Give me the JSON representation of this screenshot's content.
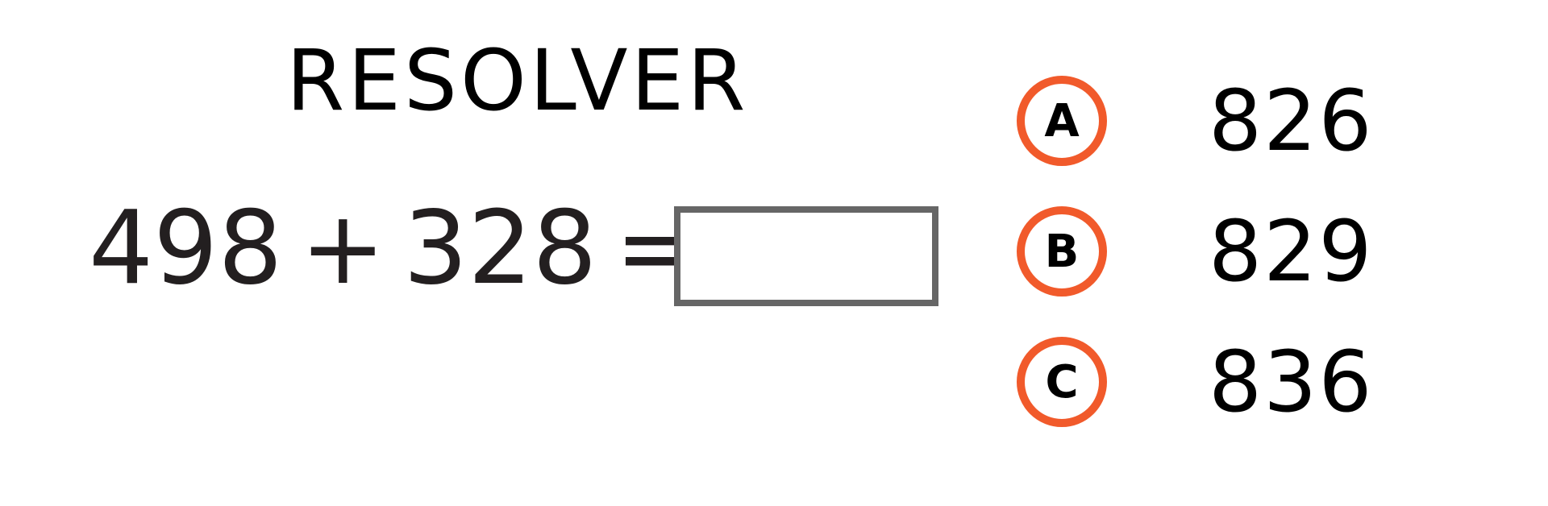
{
  "title": "RESOLVER",
  "equation": {
    "left": "498",
    "operator": "+",
    "right": "328",
    "equals": "="
  },
  "options": [
    {
      "letter": "A",
      "value": "826"
    },
    {
      "letter": "B",
      "value": "829"
    },
    {
      "letter": "C",
      "value": "836"
    }
  ],
  "colors": {
    "badge_ring": "#f15a2b",
    "answer_box_border": "#666666",
    "text": "#231f20"
  }
}
